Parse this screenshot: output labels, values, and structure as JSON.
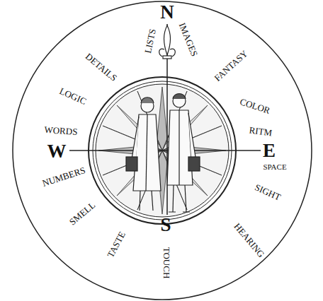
{
  "diagram": {
    "labels": [
      "N",
      "LISTS",
      "IMAGES",
      "DETAILS",
      "FANTASY",
      "LOGIC",
      "COLOR",
      "WORDS",
      "W",
      "RITM",
      "E",
      "SPACE",
      "NUMBERS",
      "SIGHT",
      "SMELL",
      "HEARING",
      "TASTE",
      "S",
      "TOUCH"
    ]
  }
}
